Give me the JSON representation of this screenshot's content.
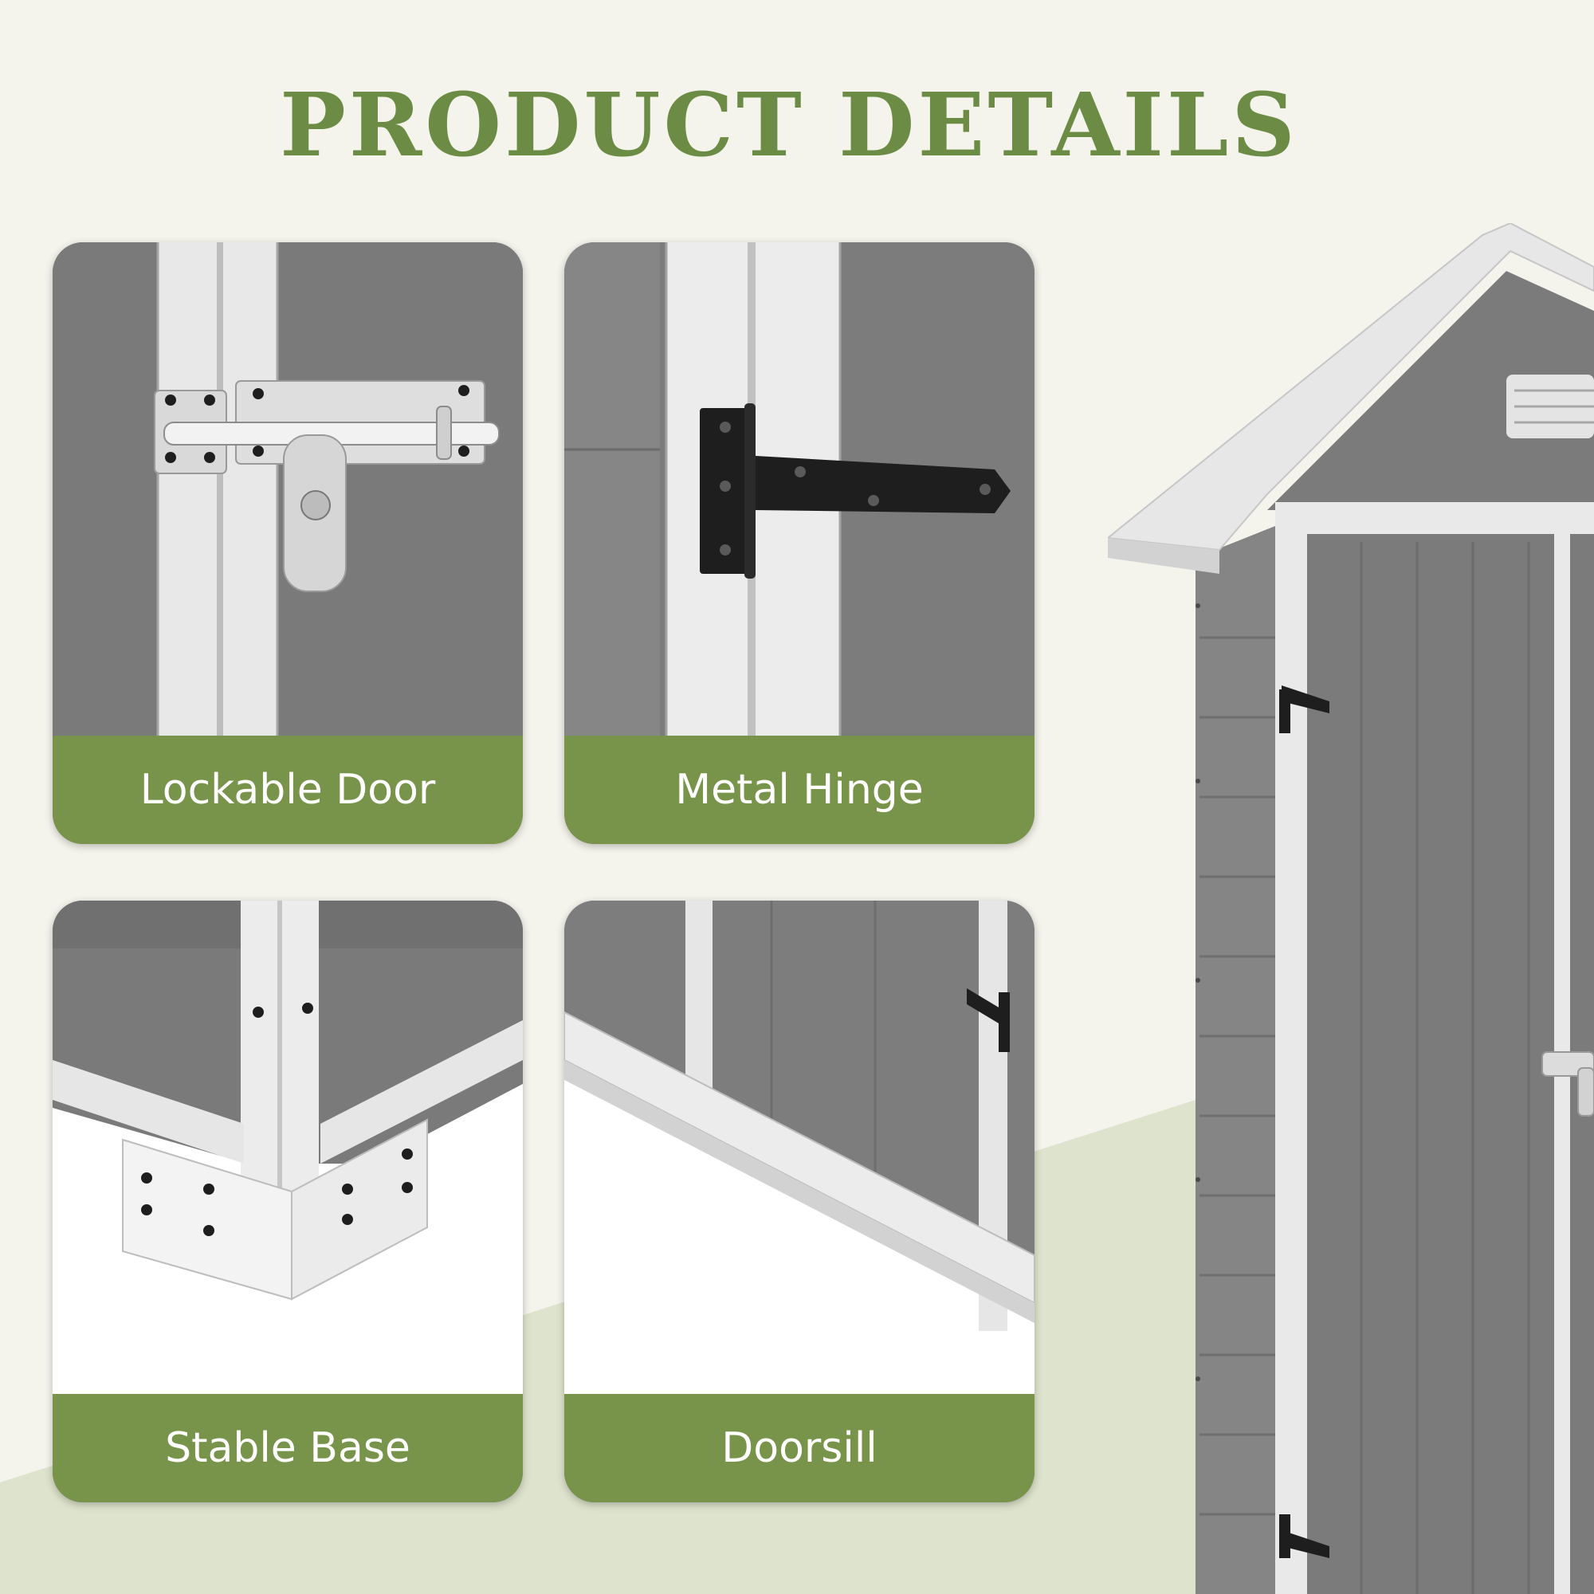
{
  "page": {
    "title": "PRODUCT DETAILS",
    "colors": {
      "background": "#f4f4ec",
      "background_wedge": "#dde3cc",
      "accent_green": "#78934a",
      "title_green": "#6c8c45",
      "shed_grey": "#7b7b7b",
      "trim_white": "#ececec",
      "hardware_black": "#1e1e1e"
    }
  },
  "features": [
    {
      "label": "Lockable Door",
      "icon": "door-latch-icon"
    },
    {
      "label": "Metal Hinge",
      "icon": "hinge-icon"
    },
    {
      "label": "Stable Base",
      "icon": "corner-bracket-icon"
    },
    {
      "label": "Doorsill",
      "icon": "doorsill-icon"
    }
  ],
  "hero": {
    "icon": "garden-shed-icon"
  }
}
